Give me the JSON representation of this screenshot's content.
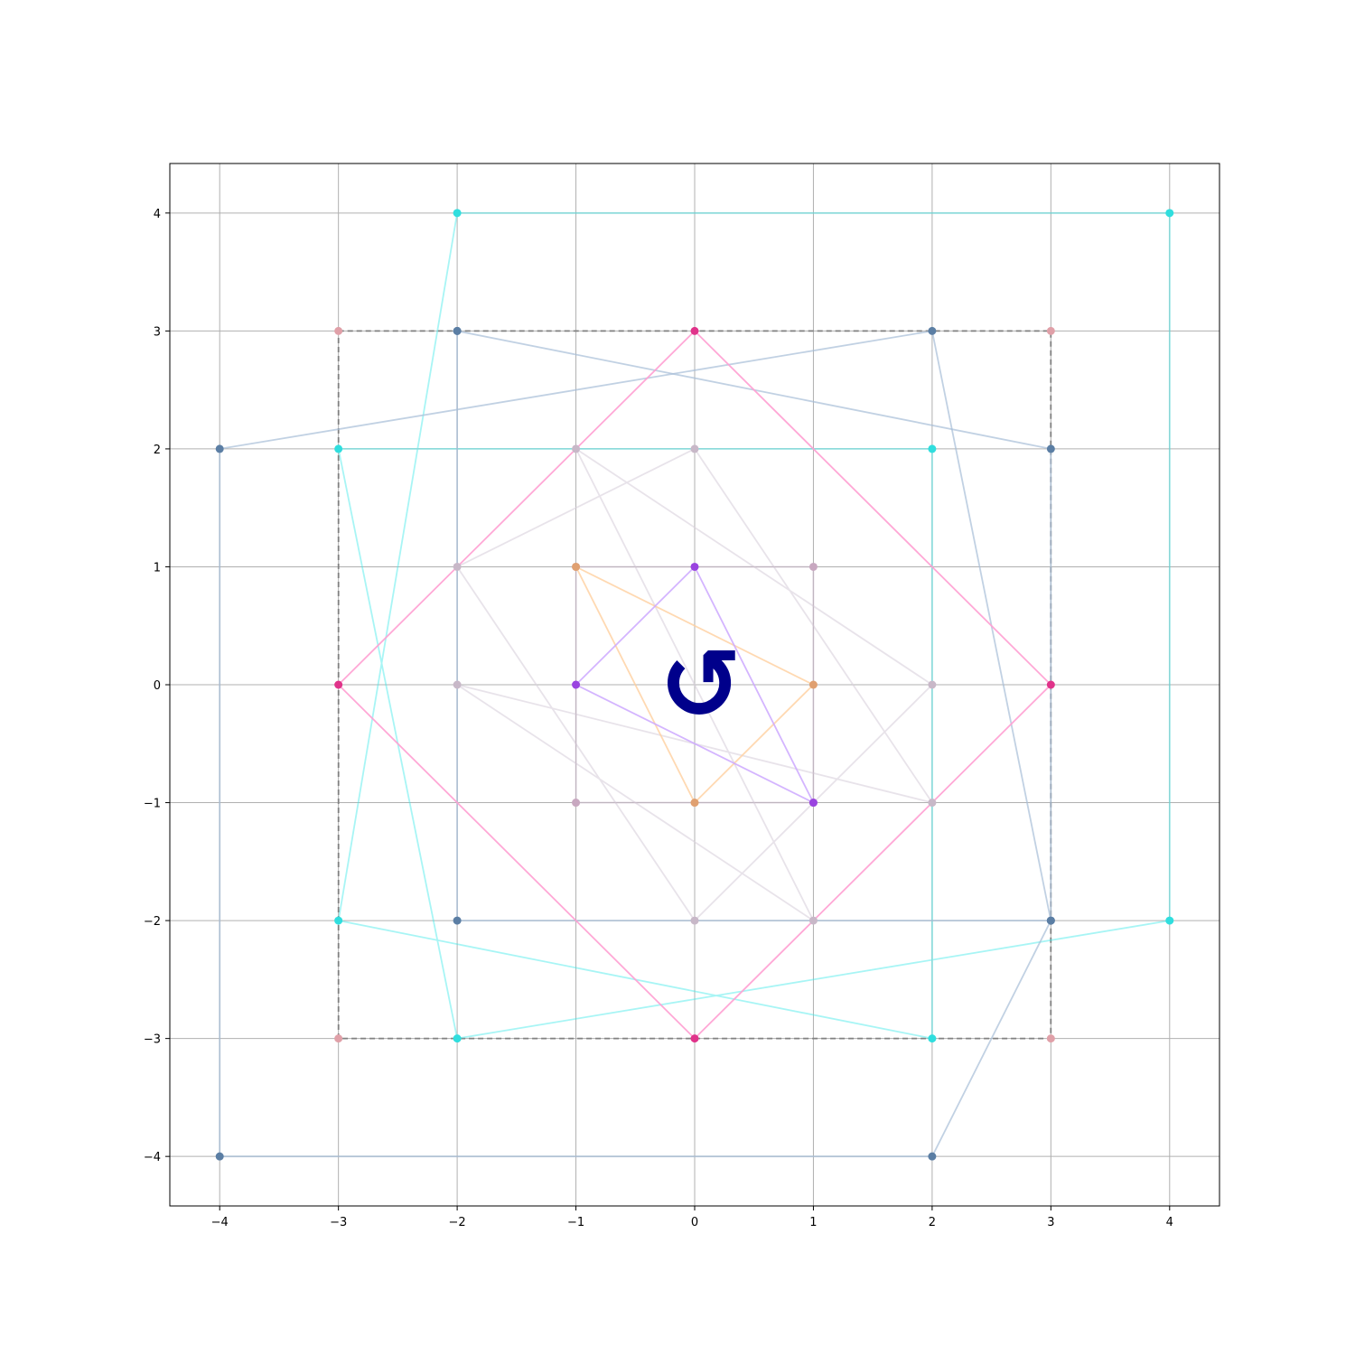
{
  "chart_data": {
    "type": "line",
    "title": "",
    "xlabel": "",
    "ylabel": "",
    "xlim": [
      -4.42,
      4.42
    ],
    "ylim": [
      -4.42,
      4.42
    ],
    "grid": true,
    "x_ticks": [
      -4,
      -3,
      -2,
      -1,
      0,
      1,
      2,
      3,
      4
    ],
    "y_ticks": [
      -4,
      -3,
      -2,
      -1,
      0,
      1,
      2,
      3,
      4
    ],
    "x_tick_labels": [
      "−4",
      "−3",
      "−2",
      "−1",
      "0",
      "1",
      "2",
      "3",
      "4"
    ],
    "y_tick_labels": [
      "−4",
      "−3",
      "−2",
      "−1",
      "0",
      "1",
      "2",
      "3",
      "4"
    ],
    "series": [
      {
        "id": "dashed-square",
        "line_color": "#808080",
        "marker_color": "#e0a0a8",
        "dashed": true,
        "closed": true,
        "line_opacity": 1,
        "points": [
          [
            -3,
            3
          ],
          [
            3,
            3
          ],
          [
            3,
            -3
          ],
          [
            -3,
            -3
          ]
        ]
      },
      {
        "id": "cyan-loop",
        "line_color": "#3fe8e8",
        "marker_color": "#30dede",
        "dashed": false,
        "closed": true,
        "line_opacity": 0.45,
        "points": [
          [
            -2,
            4
          ],
          [
            4,
            4
          ],
          [
            4,
            -2
          ],
          [
            -2,
            -3
          ],
          [
            -3,
            2
          ],
          [
            2,
            2
          ],
          [
            2,
            -3
          ],
          [
            -3,
            -2
          ]
        ]
      },
      {
        "id": "steelblue-loop",
        "line_color": "#a6bdd7",
        "marker_color": "#5b7ea4",
        "dashed": false,
        "closed": true,
        "line_opacity": 0.7,
        "points": [
          [
            -2,
            3
          ],
          [
            3,
            2
          ],
          [
            3,
            -2
          ],
          [
            -2,
            -2
          ],
          [
            -2,
            3
          ]
        ]
      },
      {
        "id": "steelblue-loop-2",
        "line_color": "#a6bdd7",
        "marker_color": "#5b7ea4",
        "dashed": false,
        "closed": true,
        "line_opacity": 0.7,
        "points": [
          [
            2,
            3
          ],
          [
            3,
            -2
          ],
          [
            2,
            -4
          ],
          [
            -4,
            -4
          ],
          [
            -4,
            2
          ]
        ]
      },
      {
        "id": "lavender-loop",
        "line_color": "#d8d0dc",
        "marker_color": "#c8b8c8",
        "dashed": false,
        "closed": true,
        "line_opacity": 0.6,
        "points": [
          [
            0,
            2
          ],
          [
            2,
            -1
          ],
          [
            -2,
            0
          ],
          [
            1,
            -2
          ],
          [
            -1,
            2
          ],
          [
            2,
            0
          ],
          [
            0,
            -2
          ],
          [
            -2,
            1
          ]
        ]
      },
      {
        "id": "mauve-square",
        "line_color": "#c8b8c8",
        "marker_color": "#c8a8c0",
        "dashed": false,
        "closed": true,
        "line_opacity": 0.6,
        "points": [
          [
            -1,
            1
          ],
          [
            1,
            1
          ],
          [
            1,
            -1
          ],
          [
            -1,
            -1
          ]
        ]
      },
      {
        "id": "pink-diamond",
        "line_color": "#ff9ed2",
        "marker_color": "#e0338a",
        "dashed": false,
        "closed": true,
        "line_opacity": 0.9,
        "points": [
          [
            0,
            3
          ],
          [
            3,
            0
          ],
          [
            0,
            -3
          ],
          [
            -3,
            0
          ]
        ]
      },
      {
        "id": "peach-triangle",
        "line_color": "#ffcf9f",
        "marker_color": "#e0a070",
        "dashed": false,
        "closed": true,
        "line_opacity": 0.8,
        "points": [
          [
            -1,
            1
          ],
          [
            1,
            0
          ],
          [
            0,
            -1
          ]
        ]
      },
      {
        "id": "purple-triangle",
        "line_color": "#cca8ff",
        "marker_color": "#9a44e0",
        "dashed": false,
        "closed": true,
        "line_opacity": 0.85,
        "points": [
          [
            0,
            1
          ],
          [
            1,
            -1
          ],
          [
            -1,
            0
          ]
        ]
      }
    ],
    "annotation": {
      "glyph": "↺",
      "x": 0.05,
      "y": 0,
      "color": "#00008b"
    }
  }
}
